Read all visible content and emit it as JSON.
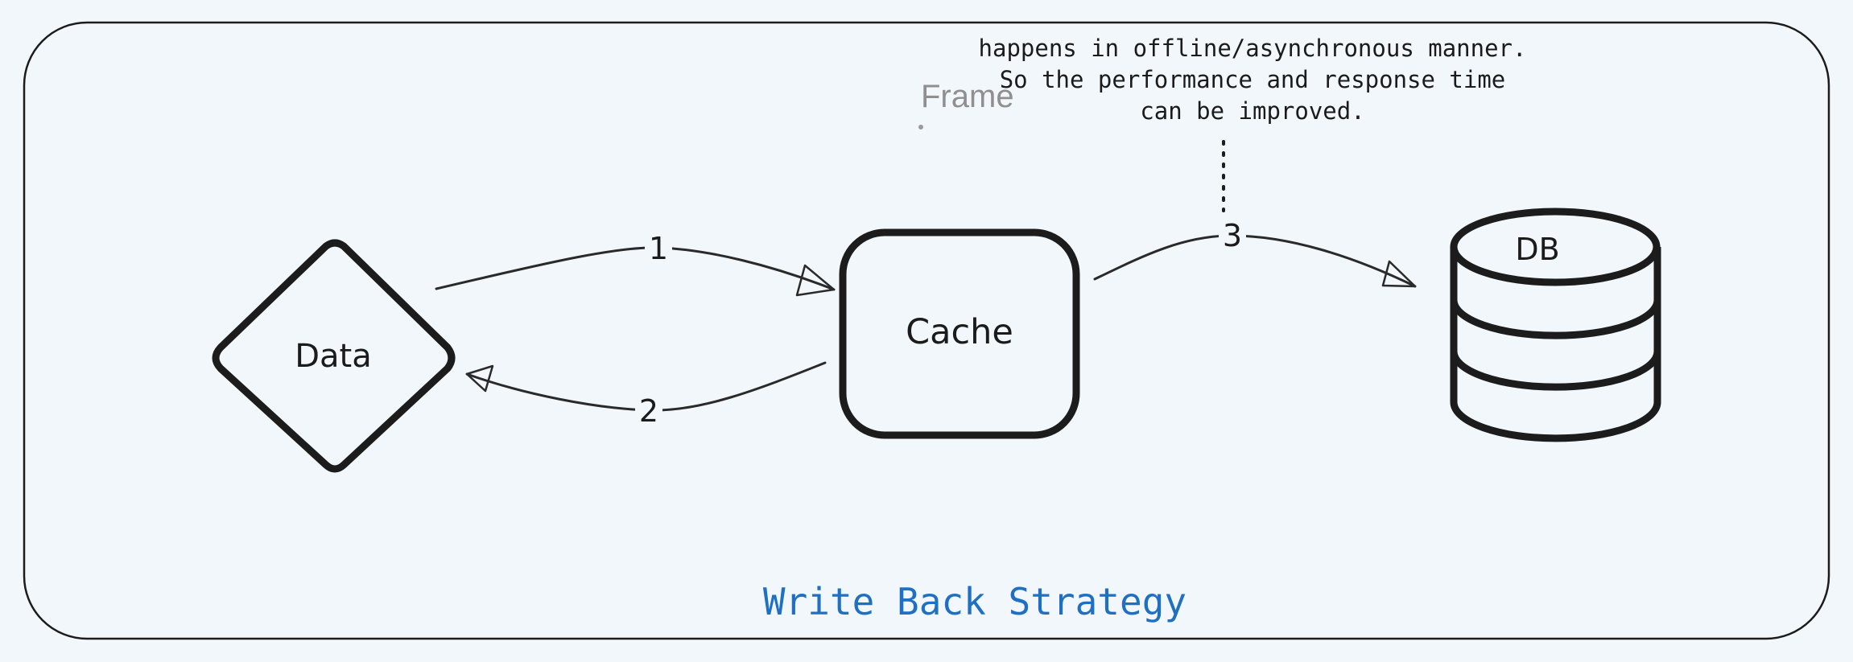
{
  "frame": {
    "label": "Frame",
    "title": "Write Back Strategy"
  },
  "note": {
    "lines": [
      "happens in offline/asynchronous manner.",
      "So the performance and response time",
      "can be improved."
    ]
  },
  "nodes": {
    "data": "Data",
    "cache": "Cache",
    "db": "DB"
  },
  "edges": {
    "data_to_cache": "1",
    "cache_to_data": "2",
    "cache_to_db": "3"
  },
  "colors": {
    "background": "#f2f7fb",
    "title": "#1f6fc2",
    "stroke": "#1c1c1c",
    "frame_label": "#8f8f8f"
  }
}
